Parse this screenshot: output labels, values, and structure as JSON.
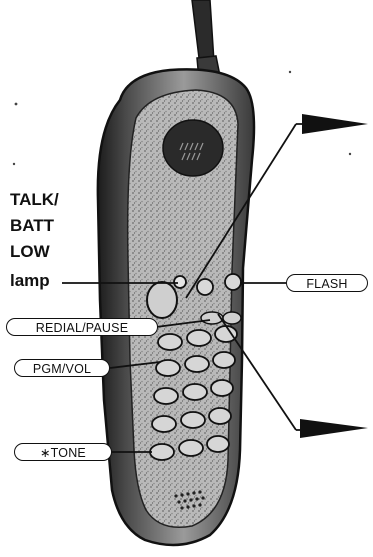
{
  "lamp_label": {
    "line1": "TALK/",
    "line2": "BATT",
    "line3": "LOW",
    "line4": "lamp"
  },
  "callouts": {
    "flash": "FLASH",
    "redial_pause": "REDIAL/PAUSE",
    "pgm_vol": "PGM/VOL",
    "tone": "∗TONE"
  },
  "colors": {
    "ink": "#111111",
    "handset_dark": "#3a3a3a",
    "handset_mid": "#8c8c8c",
    "handset_light": "#c9c9c9",
    "background": "#ffffff"
  }
}
